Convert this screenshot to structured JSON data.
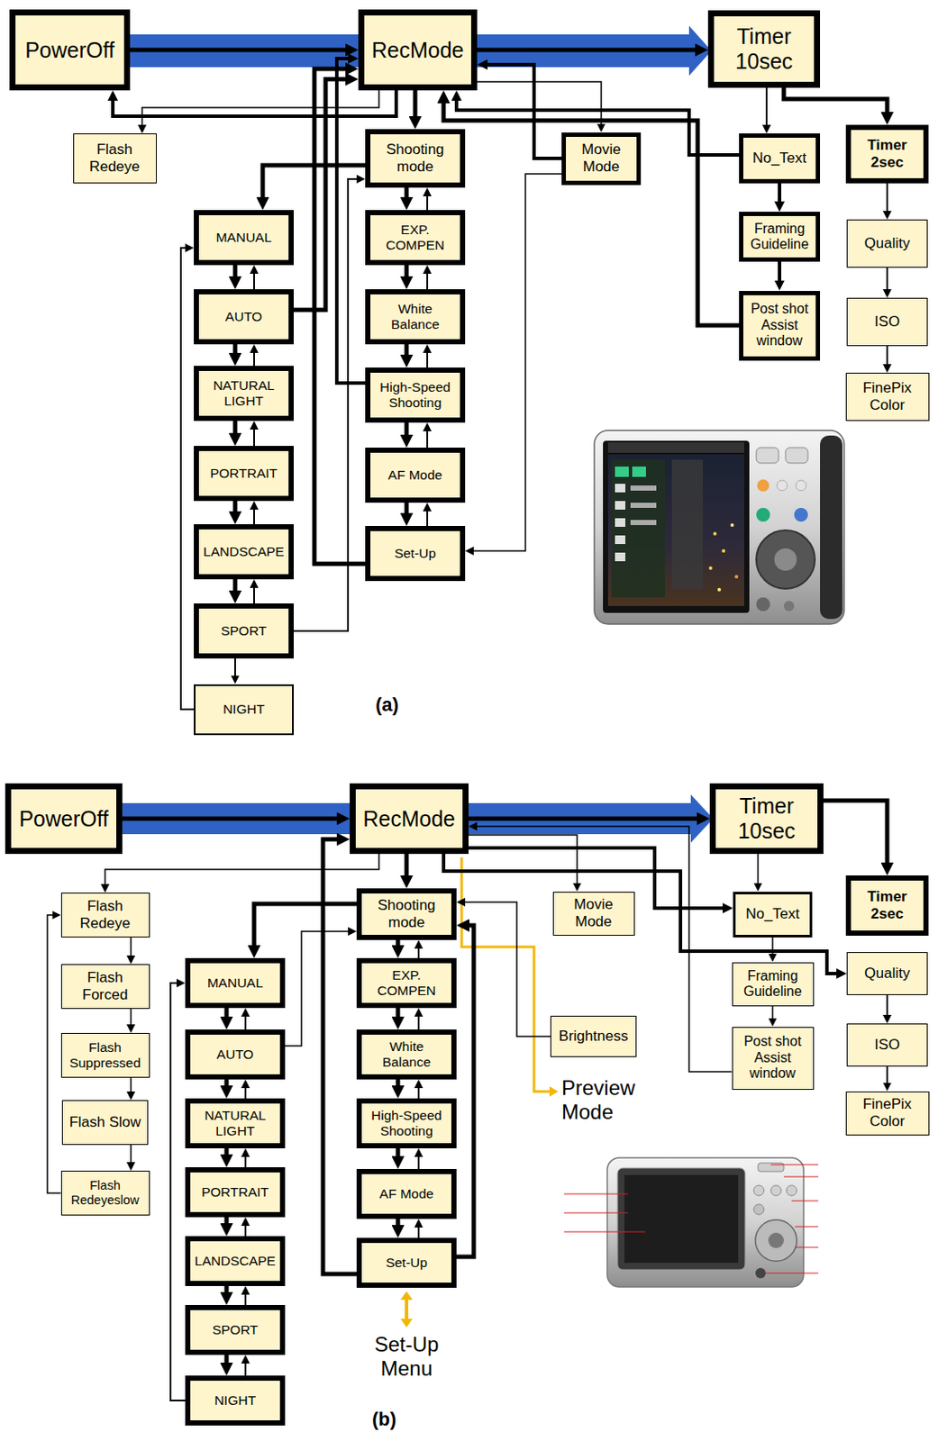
{
  "diagram": {
    "nodes": [
      {
        "text": [
          "PowerOff"
        ]
      },
      {
        "text": [
          "RecMode"
        ]
      },
      {
        "text": [
          "Timer 10sec"
        ]
      },
      {
        "text": [
          "Flash Redeye"
        ]
      },
      {
        "text": [
          "Shooting mode"
        ]
      },
      {
        "text": [
          "Movie Mode"
        ]
      },
      {
        "text": [
          "No_Text"
        ]
      },
      {
        "text": [
          "Timer 2sec"
        ]
      },
      {
        "text": [
          "MANUAL"
        ]
      },
      {
        "text": [
          "EXP. COMPEN"
        ]
      },
      {
        "text": [
          "Framing Guideline"
        ]
      },
      {
        "text": [
          "Quality"
        ]
      },
      {
        "text": [
          "AUTO"
        ]
      },
      {
        "text": [
          "White Balance"
        ]
      },
      {
        "text": [
          "Post shot Assist window"
        ]
      },
      {
        "text": [
          "ISO"
        ]
      },
      {
        "text": [
          "NATURAL LIGHT"
        ]
      },
      {
        "text": [
          "High-Speed Shooting"
        ]
      },
      {
        "text": [
          "FinePix Color"
        ]
      },
      {
        "text": [
          "PORTRAIT"
        ]
      },
      {
        "text": [
          "AF Mode"
        ]
      },
      {
        "text": [
          "LANDSCAPE"
        ]
      },
      {
        "text": [
          "Set-Up"
        ]
      },
      {
        "text": [
          "SPORT"
        ]
      },
      {
        "text": [
          "NIGHT"
        ]
      },
      {
        "text": [
          "PowerOff"
        ]
      },
      {
        "text": [
          "RecMode"
        ]
      },
      {
        "text": [
          "Timer 10sec"
        ]
      },
      {
        "text": [
          "Timer 2sec"
        ]
      },
      {
        "text": [
          "Flash Redeye"
        ]
      },
      {
        "text": [
          "Shooting mode"
        ]
      },
      {
        "text": [
          "Movie Mode"
        ]
      },
      {
        "text": [
          "No_Text"
        ]
      },
      {
        "text": [
          "Quality"
        ]
      },
      {
        "text": [
          "Flash Forced"
        ]
      },
      {
        "text": [
          "MANUAL"
        ]
      },
      {
        "text": [
          "EXP. COMPEN"
        ]
      },
      {
        "text": [
          "Framing Guideline"
        ]
      },
      {
        "text": [
          "Flash Suppressed"
        ]
      },
      {
        "text": [
          "AUTO"
        ]
      },
      {
        "text": [
          "White Balance"
        ]
      },
      {
        "text": [
          "Brightness"
        ]
      },
      {
        "text": [
          "ISO"
        ]
      },
      {
        "text": [
          "Post shot Assist window"
        ]
      },
      {
        "text": [
          "Flash Slow"
        ]
      },
      {
        "text": [
          "NATURAL LIGHT"
        ]
      },
      {
        "text": [
          "High-Speed Shooting"
        ]
      },
      {
        "text": [
          "FinePix Color"
        ]
      },
      {
        "text": [
          "Flash Redeyeslow"
        ]
      },
      {
        "text": [
          "PORTRAIT"
        ]
      },
      {
        "text": [
          "AF Mode"
        ]
      },
      {
        "text": [
          "LANDSCAPE"
        ]
      },
      {
        "text": [
          "Set-Up"
        ]
      },
      {
        "text": [
          "SPORT"
        ]
      },
      {
        "text": [
          "NIGHT"
        ]
      }
    ],
    "edges": [
      {
        "from": 0,
        "to": 1,
        "arrow": "to"
      },
      {
        "from": 1,
        "to": 2,
        "arrow": "to"
      },
      {
        "from": 2,
        "to": 7,
        "arrow": "to"
      },
      {
        "from": 1,
        "to": 4,
        "arrow": "to"
      },
      {
        "from": 4,
        "to": 9,
        "arrow": "to"
      },
      {
        "from": 9,
        "to": 13,
        "arrow": "to"
      },
      {
        "from": 13,
        "to": 17,
        "arrow": "to"
      },
      {
        "from": 17,
        "to": 20,
        "arrow": "to"
      },
      {
        "from": 20,
        "to": 22,
        "arrow": "to"
      },
      {
        "from": 9,
        "to": 4,
        "arrow": "to"
      },
      {
        "from": 13,
        "to": 9,
        "arrow": "to"
      },
      {
        "from": 17,
        "to": 13,
        "arrow": "to"
      },
      {
        "from": 20,
        "to": 17,
        "arrow": "to"
      },
      {
        "from": 22,
        "to": 20,
        "arrow": "to"
      },
      {
        "from": 8,
        "to": 12,
        "arrow": "to"
      },
      {
        "from": 12,
        "to": 16,
        "arrow": "to"
      },
      {
        "from": 16,
        "to": 19,
        "arrow": "to"
      },
      {
        "from": 19,
        "to": 21,
        "arrow": "to"
      },
      {
        "from": 21,
        "to": 23,
        "arrow": "to"
      },
      {
        "from": 23,
        "to": 24,
        "arrow": "to"
      },
      {
        "from": 12,
        "to": 8,
        "arrow": "to"
      },
      {
        "from": 16,
        "to": 12,
        "arrow": "to"
      },
      {
        "from": 19,
        "to": 16,
        "arrow": "to"
      },
      {
        "from": 21,
        "to": 19,
        "arrow": "to"
      },
      {
        "from": 23,
        "to": 21,
        "arrow": "to"
      },
      {
        "from": 24,
        "to": 8,
        "arrow": "to"
      },
      {
        "from": 4,
        "to": 8,
        "arrow": "to"
      },
      {
        "from": 22,
        "to": 1,
        "arrow": "to"
      },
      {
        "from": 12,
        "to": 1,
        "arrow": "to"
      },
      {
        "from": 17,
        "to": 1,
        "arrow": "to"
      },
      {
        "from": 23,
        "to": 4,
        "arrow": "to"
      },
      {
        "from": 1,
        "to": 3,
        "arrow": "to"
      },
      {
        "from": 1,
        "to": 0,
        "arrow": "to"
      },
      {
        "from": 1,
        "to": 5,
        "arrow": "to"
      },
      {
        "from": 5,
        "to": 1,
        "arrow": "to"
      },
      {
        "from": 5,
        "to": 22,
        "arrow": "to"
      },
      {
        "from": 2,
        "to": 6,
        "arrow": "to"
      },
      {
        "from": 6,
        "to": 10,
        "arrow": "to"
      },
      {
        "from": 10,
        "to": 14,
        "arrow": "to"
      },
      {
        "from": 6,
        "to": 1,
        "arrow": "to"
      },
      {
        "from": 14,
        "to": 1,
        "arrow": "to"
      },
      {
        "from": 7,
        "to": 11,
        "arrow": "to"
      },
      {
        "from": 11,
        "to": 15,
        "arrow": "to"
      },
      {
        "from": 15,
        "to": 18,
        "arrow": "to"
      },
      {
        "from": 25,
        "to": 26,
        "arrow": "to"
      },
      {
        "from": 26,
        "to": 27,
        "arrow": "to"
      },
      {
        "from": 27,
        "to": 28,
        "arrow": "to"
      },
      {
        "from": 26,
        "to": 30,
        "arrow": "to"
      },
      {
        "from": 30,
        "to": 36,
        "arrow": "to"
      },
      {
        "from": 36,
        "to": 40,
        "arrow": "to"
      },
      {
        "from": 40,
        "to": 46,
        "arrow": "to"
      },
      {
        "from": 46,
        "to": 50,
        "arrow": "to"
      },
      {
        "from": 50,
        "to": 52,
        "arrow": "to"
      },
      {
        "from": 36,
        "to": 30,
        "arrow": "to"
      },
      {
        "from": 40,
        "to": 36,
        "arrow": "to"
      },
      {
        "from": 46,
        "to": 40,
        "arrow": "to"
      },
      {
        "from": 50,
        "to": 46,
        "arrow": "to"
      },
      {
        "from": 52,
        "to": 50,
        "arrow": "to"
      },
      {
        "from": 35,
        "to": 39,
        "arrow": "to"
      },
      {
        "from": 39,
        "to": 45,
        "arrow": "to"
      },
      {
        "from": 45,
        "to": 49,
        "arrow": "to"
      },
      {
        "from": 49,
        "to": 51,
        "arrow": "to"
      },
      {
        "from": 51,
        "to": 53,
        "arrow": "to"
      },
      {
        "from": 53,
        "to": 54,
        "arrow": "to"
      },
      {
        "from": 39,
        "to": 35,
        "arrow": "to"
      },
      {
        "from": 45,
        "to": 39,
        "arrow": "to"
      },
      {
        "from": 49,
        "to": 45,
        "arrow": "to"
      },
      {
        "from": 51,
        "to": 49,
        "arrow": "to"
      },
      {
        "from": 53,
        "to": 51,
        "arrow": "to"
      },
      {
        "from": 54,
        "to": 53,
        "arrow": "to"
      },
      {
        "from": 54,
        "to": 35,
        "arrow": "to"
      },
      {
        "from": 29,
        "to": 34,
        "arrow": "to"
      },
      {
        "from": 34,
        "to": 38,
        "arrow": "to"
      },
      {
        "from": 38,
        "to": 44,
        "arrow": "to"
      },
      {
        "from": 44,
        "to": 48,
        "arrow": "to"
      },
      {
        "from": 48,
        "to": 29,
        "arrow": "to"
      },
      {
        "from": 26,
        "to": 29,
        "arrow": "to"
      },
      {
        "from": 30,
        "to": 35,
        "arrow": "to"
      },
      {
        "from": 52,
        "to": 26,
        "arrow": "to"
      },
      {
        "from": 52,
        "to": 30,
        "arrow": "to"
      },
      {
        "from": 39,
        "to": 30,
        "arrow": "to"
      },
      {
        "from": 41,
        "to": 30,
        "arrow": "to"
      },
      {
        "from": 26,
        "to": 31,
        "arrow": "to"
      },
      {
        "from": 26,
        "to": 32,
        "arrow": "to"
      },
      {
        "from": 27,
        "to": 32,
        "arrow": "to"
      },
      {
        "from": 32,
        "to": 37,
        "arrow": "to"
      },
      {
        "from": 37,
        "to": 43,
        "arrow": "to"
      },
      {
        "from": 26,
        "to": 33,
        "arrow": "to"
      },
      {
        "from": 33,
        "to": 42,
        "arrow": "to"
      },
      {
        "from": 42,
        "to": 47,
        "arrow": "to"
      },
      {
        "from": 43,
        "to": 26,
        "arrow": "to"
      }
    ],
    "labels": [
      "(a)",
      "Preview Mode",
      "Set-Up Menu",
      "(b)"
    ]
  }
}
